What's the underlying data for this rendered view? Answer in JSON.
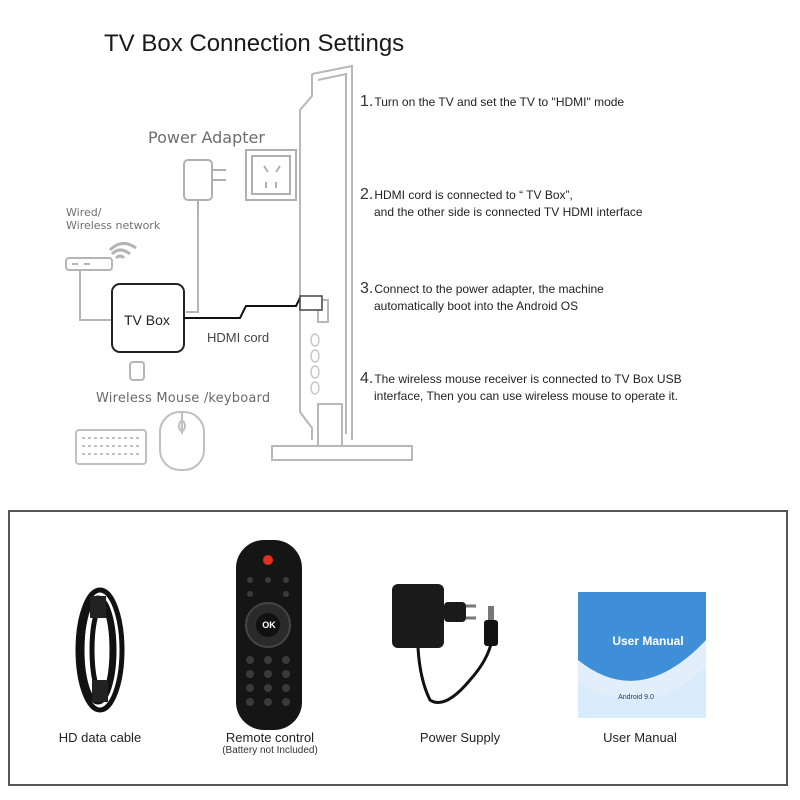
{
  "title": "TV Box Connection Settings",
  "diagram": {
    "power_adapter_label": "Power Adapter",
    "network_label_line1": "Wired/",
    "network_label_line2": "Wireless network",
    "tvbox_label": "TV Box",
    "hdmi_cord_label": "HDMI cord",
    "mouse_keyboard_label": "Wireless Mouse /keyboard"
  },
  "steps": [
    {
      "num": "1.",
      "lines": [
        "Turn on the TV and set the TV to \"HDMI\" mode"
      ]
    },
    {
      "num": "2.",
      "lines": [
        "HDMI cord is connected to “ TV Box”,",
        "and the other side is connected TV HDMI interface"
      ]
    },
    {
      "num": "3.",
      "lines": [
        "Connect to the power adapter, the machine",
        "automatically boot into the Android OS"
      ]
    },
    {
      "num": "4.",
      "lines": [
        "The wireless mouse receiver is connected to TV  Box USB",
        "interface, Then you can use wireless mouse to operate it."
      ]
    }
  ],
  "package": {
    "items": [
      {
        "caption": "HD data cable",
        "sub": ""
      },
      {
        "caption": "Remote control",
        "sub": "(Battery not Included)"
      },
      {
        "caption": "Power Supply",
        "sub": ""
      },
      {
        "caption": "User Manual",
        "sub": ""
      }
    ],
    "manual_cover_title": "User Manual",
    "manual_cover_sub": "Android 9.0",
    "remote_ok": "OK"
  },
  "colors": {
    "line_gray": "#b5b5b5",
    "cable_black": "#111111",
    "manual_blue": "#3f8fd8"
  }
}
